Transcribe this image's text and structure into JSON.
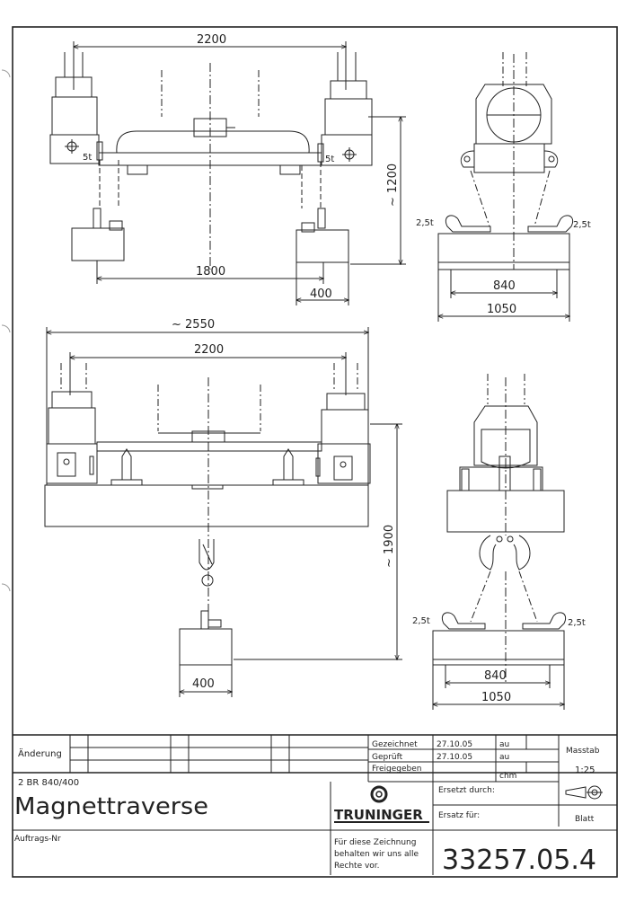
{
  "dimensions": {
    "top_width": "2200",
    "top_spacing": "1800",
    "top_box": "400",
    "top_height": "~ 1200",
    "load_top": "5t",
    "side_load": "2,5t",
    "side_inner": "840",
    "side_outer": "1050",
    "bottom_overall": "~ 2550",
    "bottom_width": "2200",
    "bottom_height": "~ 1900",
    "bottom_box": "400"
  },
  "title_block": {
    "change_label": "Änderung",
    "drawn_label": "Gezeichnet",
    "checked_label": "Geprüft",
    "released_label": "Freigegeben",
    "drawn_date": "27.10.05",
    "checked_date": "27.10.05",
    "drawn_by": "au",
    "checked_by": "au",
    "released_by": "chm",
    "scale_label": "Masstab",
    "scale_value": "1:25",
    "type_code": "2 BR 840/400",
    "title": "Magnettraverse",
    "order_label": "Auftrags-Nr",
    "company": "TRUNINGER",
    "replaced_by_label": "Ersetzt durch:",
    "replacement_for_label": "Ersatz für:",
    "sheet_label": "Blatt",
    "rights_line1": "Für diese Zeichnung",
    "rights_line2": "behalten wir uns alle",
    "rights_line3": "Rechte vor.",
    "drawing_number": "33257.05.4"
  },
  "colors": {
    "ink": "#222222",
    "paper": "#ffffff"
  }
}
